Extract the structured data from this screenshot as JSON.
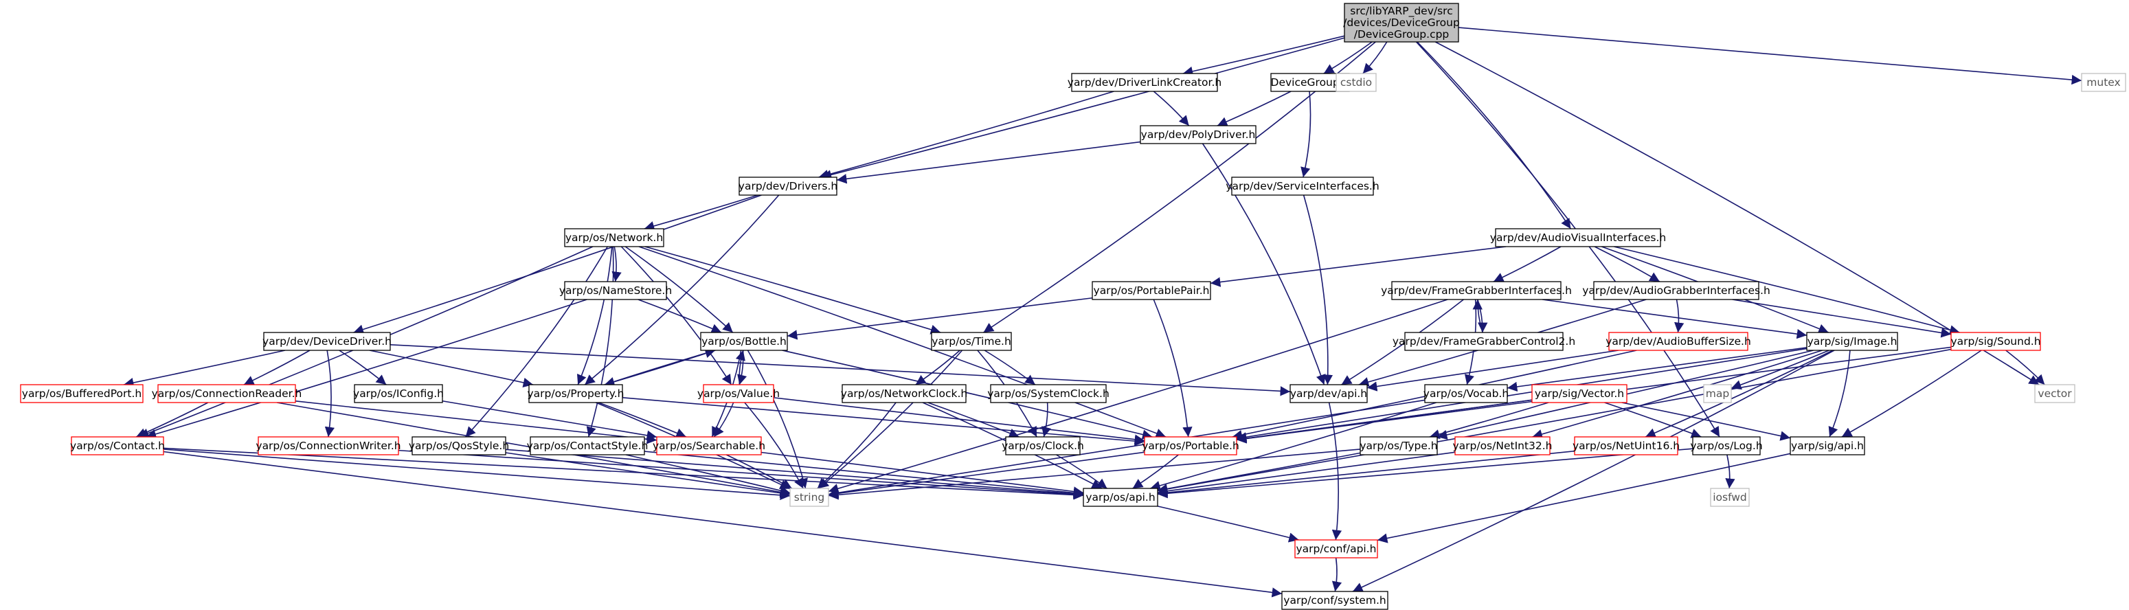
{
  "colors": {
    "edge": "#191970",
    "border_normal": "#000000",
    "border_linked_missing": "#ff0000",
    "border_external": "#bfbfbf",
    "root_fill": "#bfbfbf"
  },
  "nodes": [
    {
      "id": "root",
      "lines": [
        "src/libYARP_dev/src",
        "/devices/DeviceGroup",
        "/DeviceGroup.cpp"
      ],
      "style": "root"
    },
    {
      "id": "driverlinkcreator",
      "lines": [
        "yarp/dev/DriverLinkCreator.h"
      ],
      "style": "normal"
    },
    {
      "id": "devicegroup_h",
      "lines": [
        "DeviceGroup.h"
      ],
      "style": "normal"
    },
    {
      "id": "cstdio",
      "lines": [
        "cstdio"
      ],
      "style": "gray"
    },
    {
      "id": "mutex",
      "lines": [
        "mutex"
      ],
      "style": "gray"
    },
    {
      "id": "polydriver",
      "lines": [
        "yarp/dev/PolyDriver.h"
      ],
      "style": "normal"
    },
    {
      "id": "drivers",
      "lines": [
        "yarp/dev/Drivers.h"
      ],
      "style": "normal"
    },
    {
      "id": "serviceinterfaces",
      "lines": [
        "yarp/dev/ServiceInterfaces.h"
      ],
      "style": "normal"
    },
    {
      "id": "audiovisual",
      "lines": [
        "yarp/dev/AudioVisualInterfaces.h"
      ],
      "style": "normal"
    },
    {
      "id": "network",
      "lines": [
        "yarp/os/Network.h"
      ],
      "style": "normal"
    },
    {
      "id": "portablepair",
      "lines": [
        "yarp/os/PortablePair.h"
      ],
      "style": "normal"
    },
    {
      "id": "framegrabber",
      "lines": [
        "yarp/dev/FrameGrabberInterfaces.h"
      ],
      "style": "normal"
    },
    {
      "id": "audiograbber",
      "lines": [
        "yarp/dev/AudioGrabberInterfaces.h"
      ],
      "style": "normal"
    },
    {
      "id": "namestore",
      "lines": [
        "yarp/os/NameStore.h"
      ],
      "style": "normal"
    },
    {
      "id": "framegrabbercontrol2",
      "lines": [
        "yarp/dev/FrameGrabberControl2.h"
      ],
      "style": "normal"
    },
    {
      "id": "bottle",
      "lines": [
        "yarp/os/Bottle.h"
      ],
      "style": "normal"
    },
    {
      "id": "time",
      "lines": [
        "yarp/os/Time.h"
      ],
      "style": "normal"
    },
    {
      "id": "devicedriver",
      "lines": [
        "yarp/dev/DeviceDriver.h"
      ],
      "style": "normal"
    },
    {
      "id": "audiobuffersize",
      "lines": [
        "yarp/dev/AudioBufferSize.h"
      ],
      "style": "red"
    },
    {
      "id": "image",
      "lines": [
        "yarp/sig/Image.h"
      ],
      "style": "normal"
    },
    {
      "id": "sound",
      "lines": [
        "yarp/sig/Sound.h"
      ],
      "style": "red"
    },
    {
      "id": "bufferedport",
      "lines": [
        "yarp/os/BufferedPort.h"
      ],
      "style": "red"
    },
    {
      "id": "connectionreader",
      "lines": [
        "yarp/os/ConnectionReader.h"
      ],
      "style": "red"
    },
    {
      "id": "iconfig",
      "lines": [
        "yarp/os/IConfig.h"
      ],
      "style": "normal"
    },
    {
      "id": "property",
      "lines": [
        "yarp/os/Property.h"
      ],
      "style": "normal"
    },
    {
      "id": "value",
      "lines": [
        "yarp/os/Value.h"
      ],
      "style": "red"
    },
    {
      "id": "networkclock",
      "lines": [
        "yarp/os/NetworkClock.h"
      ],
      "style": "normal"
    },
    {
      "id": "systemclock",
      "lines": [
        "yarp/os/SystemClock.h"
      ],
      "style": "normal"
    },
    {
      "id": "devapi",
      "lines": [
        "yarp/dev/api.h"
      ],
      "style": "normal"
    },
    {
      "id": "vocab",
      "lines": [
        "yarp/os/Vocab.h"
      ],
      "style": "normal"
    },
    {
      "id": "sigvector",
      "lines": [
        "yarp/sig/Vector.h"
      ],
      "style": "red"
    },
    {
      "id": "map",
      "lines": [
        "map"
      ],
      "style": "gray"
    },
    {
      "id": "vector",
      "lines": [
        "vector"
      ],
      "style": "gray"
    },
    {
      "id": "contact",
      "lines": [
        "yarp/os/Contact.h"
      ],
      "style": "red"
    },
    {
      "id": "connectionwriter",
      "lines": [
        "yarp/os/ConnectionWriter.h"
      ],
      "style": "red"
    },
    {
      "id": "qosstyle",
      "lines": [
        "yarp/os/QosStyle.h"
      ],
      "style": "normal"
    },
    {
      "id": "contactstyle",
      "lines": [
        "yarp/os/ContactStyle.h"
      ],
      "style": "normal"
    },
    {
      "id": "searchable",
      "lines": [
        "yarp/os/Searchable.h"
      ],
      "style": "red"
    },
    {
      "id": "clock",
      "lines": [
        "yarp/os/Clock.h"
      ],
      "style": "normal"
    },
    {
      "id": "portable",
      "lines": [
        "yarp/os/Portable.h"
      ],
      "style": "red"
    },
    {
      "id": "type",
      "lines": [
        "yarp/os/Type.h"
      ],
      "style": "normal"
    },
    {
      "id": "netint32",
      "lines": [
        "yarp/os/NetInt32.h"
      ],
      "style": "red"
    },
    {
      "id": "netuint16",
      "lines": [
        "yarp/os/NetUint16.h"
      ],
      "style": "red"
    },
    {
      "id": "log",
      "lines": [
        "yarp/os/Log.h"
      ],
      "style": "normal"
    },
    {
      "id": "sigapi",
      "lines": [
        "yarp/sig/api.h"
      ],
      "style": "normal"
    },
    {
      "id": "string",
      "lines": [
        "string"
      ],
      "style": "gray"
    },
    {
      "id": "osapi",
      "lines": [
        "yarp/os/api.h"
      ],
      "style": "normal"
    },
    {
      "id": "iosfwd",
      "lines": [
        "iosfwd"
      ],
      "style": "gray"
    },
    {
      "id": "confapi",
      "lines": [
        "yarp/conf/api.h"
      ],
      "style": "red"
    },
    {
      "id": "confsystem",
      "lines": [
        "yarp/conf/system.h"
      ],
      "style": "normal"
    }
  ],
  "edges": [
    [
      "root",
      "drivers"
    ],
    [
      "root",
      "driverlinkcreator"
    ],
    [
      "root",
      "devicegroup_h"
    ],
    [
      "root",
      "cstdio"
    ],
    [
      "root",
      "mutex"
    ],
    [
      "root",
      "vector"
    ],
    [
      "root",
      "audiovisual"
    ],
    [
      "root",
      "time"
    ],
    [
      "root",
      "log"
    ],
    [
      "driverlinkcreator",
      "drivers"
    ],
    [
      "driverlinkcreator",
      "polydriver"
    ],
    [
      "devicegroup_h",
      "polydriver"
    ],
    [
      "devicegroup_h",
      "serviceinterfaces"
    ],
    [
      "polydriver",
      "drivers"
    ],
    [
      "polydriver",
      "devapi"
    ],
    [
      "serviceinterfaces",
      "devapi"
    ],
    [
      "drivers",
      "network"
    ],
    [
      "drivers",
      "devicedriver"
    ],
    [
      "drivers",
      "property"
    ],
    [
      "network",
      "namestore"
    ],
    [
      "network",
      "bottle"
    ],
    [
      "network",
      "property"
    ],
    [
      "network",
      "value"
    ],
    [
      "network",
      "time"
    ],
    [
      "network",
      "contact"
    ],
    [
      "network",
      "portable"
    ],
    [
      "network",
      "qosstyle"
    ],
    [
      "network",
      "contactstyle"
    ],
    [
      "namestore",
      "bottle"
    ],
    [
      "namestore",
      "contact"
    ],
    [
      "audiovisual",
      "portablepair"
    ],
    [
      "audiovisual",
      "framegrabber"
    ],
    [
      "audiovisual",
      "audiograbber"
    ],
    [
      "audiovisual",
      "sound"
    ],
    [
      "audiovisual",
      "image"
    ],
    [
      "portablepair",
      "bottle"
    ],
    [
      "portablepair",
      "portable"
    ],
    [
      "framegrabber",
      "framegrabbercontrol2"
    ],
    [
      "framegrabber",
      "devapi"
    ],
    [
      "framegrabber",
      "image"
    ],
    [
      "framegrabber",
      "vocab"
    ],
    [
      "framegrabber",
      "string"
    ],
    [
      "framegrabbercontrol2",
      "framegrabber"
    ],
    [
      "audiograbber",
      "audiobuffersize"
    ],
    [
      "audiograbber",
      "sound"
    ],
    [
      "audiograbber",
      "devapi"
    ],
    [
      "audiobuffersize",
      "portable"
    ],
    [
      "audiobuffersize",
      "devapi"
    ],
    [
      "bottle",
      "property"
    ],
    [
      "bottle",
      "value"
    ],
    [
      "bottle",
      "searchable"
    ],
    [
      "bottle",
      "portable"
    ],
    [
      "bottle",
      "string"
    ],
    [
      "property",
      "bottle"
    ],
    [
      "property",
      "searchable"
    ],
    [
      "property",
      "portable"
    ],
    [
      "property",
      "string"
    ],
    [
      "value",
      "bottle"
    ],
    [
      "value",
      "searchable"
    ],
    [
      "value",
      "portable"
    ],
    [
      "value",
      "string"
    ],
    [
      "time",
      "networkclock"
    ],
    [
      "time",
      "systemclock"
    ],
    [
      "time",
      "clock"
    ],
    [
      "time",
      "string"
    ],
    [
      "networkclock",
      "clock"
    ],
    [
      "networkclock",
      "osapi"
    ],
    [
      "networkclock",
      "string"
    ],
    [
      "systemclock",
      "clock"
    ],
    [
      "clock",
      "osapi"
    ],
    [
      "devicedriver",
      "bufferedport"
    ],
    [
      "devicedriver",
      "connectionreader"
    ],
    [
      "devicedriver",
      "iconfig"
    ],
    [
      "devicedriver",
      "property"
    ],
    [
      "devicedriver",
      "connectionwriter"
    ],
    [
      "devicedriver",
      "devapi"
    ],
    [
      "connectionreader",
      "contact"
    ],
    [
      "connectionreader",
      "searchable"
    ],
    [
      "connectionreader",
      "string"
    ],
    [
      "iconfig",
      "searchable"
    ],
    [
      "connectionwriter",
      "osapi"
    ],
    [
      "contact",
      "osapi"
    ],
    [
      "contact",
      "string"
    ],
    [
      "contact",
      "confsystem"
    ],
    [
      "qosstyle",
      "osapi"
    ],
    [
      "qosstyle",
      "string"
    ],
    [
      "contactstyle",
      "osapi"
    ],
    [
      "contactstyle",
      "string"
    ],
    [
      "searchable",
      "osapi"
    ],
    [
      "searchable",
      "string"
    ],
    [
      "portable",
      "osapi"
    ],
    [
      "image",
      "portable"
    ],
    [
      "image",
      "vocab"
    ],
    [
      "image",
      "type"
    ],
    [
      "image",
      "sigapi"
    ],
    [
      "image",
      "map"
    ],
    [
      "image",
      "netint32"
    ],
    [
      "image",
      "netuint16"
    ],
    [
      "image",
      "confsystem"
    ],
    [
      "sound",
      "portable"
    ],
    [
      "sound",
      "vector"
    ],
    [
      "sound",
      "sigapi"
    ],
    [
      "sound",
      "osapi"
    ],
    [
      "sigvector",
      "portable"
    ],
    [
      "sigvector",
      "log"
    ],
    [
      "sigvector",
      "sigapi"
    ],
    [
      "sigvector",
      "type"
    ],
    [
      "sigvector",
      "string"
    ],
    [
      "vocab",
      "osapi"
    ],
    [
      "vocab",
      "string"
    ],
    [
      "type",
      "osapi"
    ],
    [
      "type",
      "string"
    ],
    [
      "netint32",
      "osapi"
    ],
    [
      "netuint16",
      "osapi"
    ],
    [
      "log",
      "osapi"
    ],
    [
      "log",
      "iosfwd"
    ],
    [
      "sigapi",
      "confapi"
    ],
    [
      "devapi",
      "confapi"
    ],
    [
      "osapi",
      "confapi"
    ],
    [
      "confapi",
      "confsystem"
    ]
  ]
}
